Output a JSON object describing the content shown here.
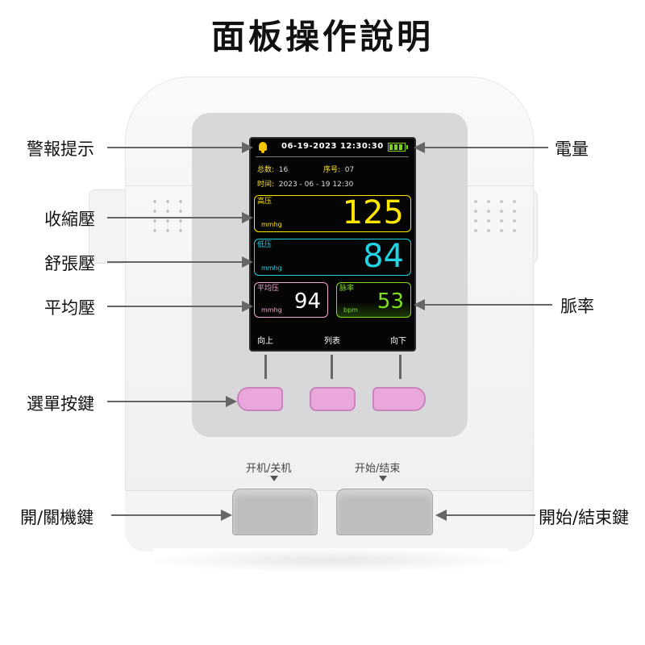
{
  "title": "面板操作說明",
  "screen": {
    "datetime": "06-19-2023 12:30:30",
    "total_label": "总数:",
    "total_value": "16",
    "seq_label": "序号:",
    "seq_value": "07",
    "time_label": "时间:",
    "time_value": "2023 - 06 - 19   12:30",
    "systolic": {
      "label": "高压",
      "unit": "mmhg",
      "value": "125",
      "color": "#ffe600"
    },
    "diastolic": {
      "label": "低压",
      "unit": "mmhg",
      "value": "84",
      "color": "#22d3e6"
    },
    "mean": {
      "label": "平均压",
      "unit": "mmhg",
      "value": "94",
      "color": "#f2a9d6"
    },
    "pulse": {
      "label": "脉率",
      "unit": "bpm",
      "value": "53",
      "color": "#7ee01f"
    },
    "footer": {
      "up": "向上",
      "list": "列表",
      "down": "向下"
    }
  },
  "device": {
    "power_label": "开机/关机",
    "start_label": "开始/结束"
  },
  "callouts": {
    "alarm": "警報提示",
    "battery": "電量",
    "systolic": "收縮壓",
    "diastolic": "舒張壓",
    "mean": "平均壓",
    "pulse": "脈率",
    "menu": "選單按鍵",
    "power": "開/關機鍵",
    "start": "開始/結束鍵"
  }
}
